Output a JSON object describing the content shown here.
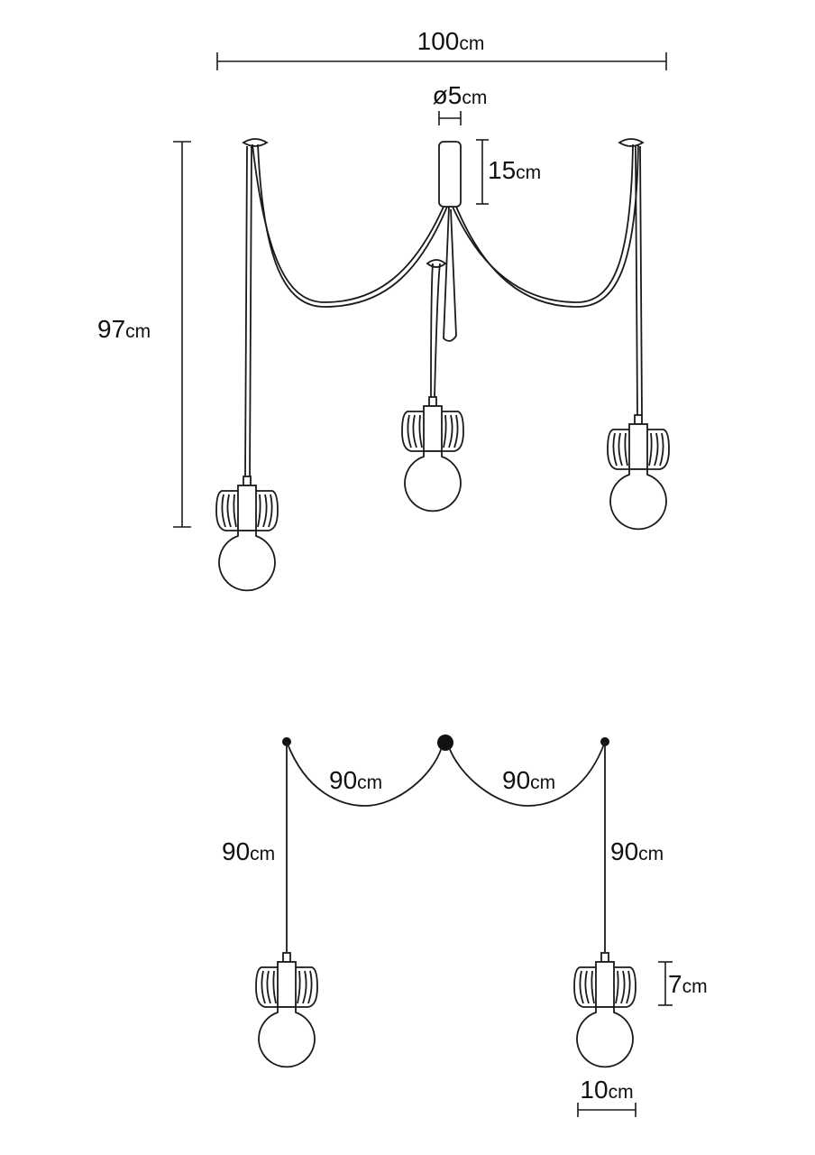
{
  "dimensions": {
    "total_width": {
      "value": "100",
      "unit": "cm"
    },
    "canopy_diameter": {
      "value": "ø5",
      "unit": "cm"
    },
    "canopy_height": {
      "value": "15",
      "unit": "cm"
    },
    "total_height": {
      "value": "97",
      "unit": "cm"
    },
    "left_swag": {
      "value": "90",
      "unit": "cm"
    },
    "right_swag": {
      "value": "90",
      "unit": "cm"
    },
    "left_drop": {
      "value": "90",
      "unit": "cm"
    },
    "right_drop": {
      "value": "90",
      "unit": "cm"
    },
    "shade_height": {
      "value": "7",
      "unit": "cm"
    },
    "shade_width": {
      "value": "10",
      "unit": "cm"
    }
  },
  "colors": {
    "line": "#1a1a1a",
    "background": "#ffffff"
  }
}
